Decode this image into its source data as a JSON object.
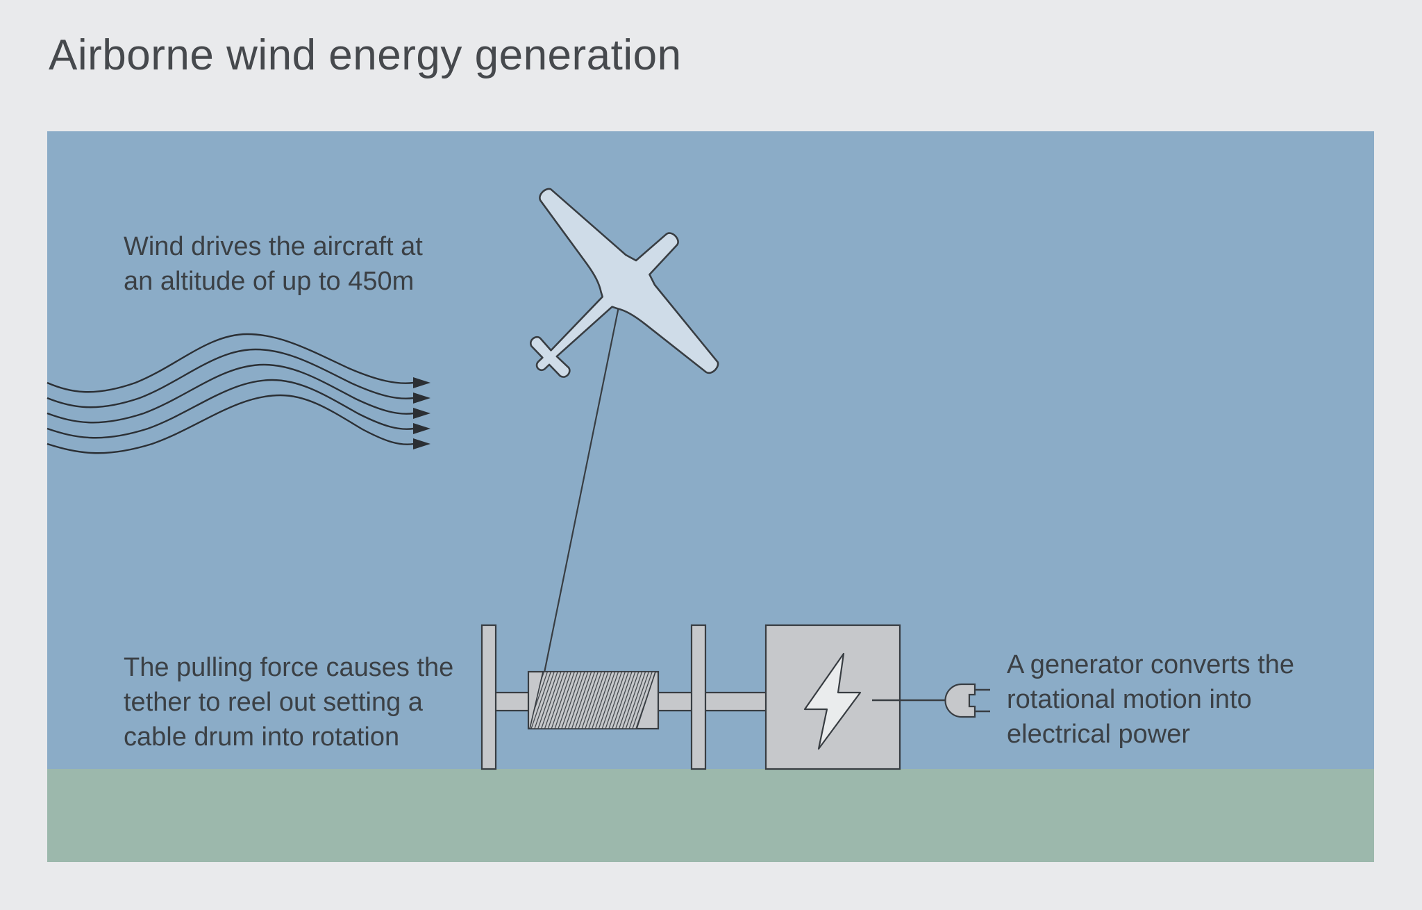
{
  "title": "Airborne wind energy generation",
  "annotations": {
    "wind": "Wind drives the aircraft at\nan altitude of up to 450m",
    "drum": "The pulling force causes the\ntether to reel out setting a\ncable drum into rotation",
    "generator": "A generator converts the\nrotational motion into\nelectrical power"
  },
  "icons": {
    "aircraft": "glider-aircraft-icon",
    "wind_arrows": "wind-flow-arrows-icon",
    "cable_drum": "cable-drum-icon",
    "lightning": "lightning-bolt-icon",
    "plug": "power-plug-icon"
  },
  "colors": {
    "canvas": "#e9eaec",
    "sky": "#8bacc7",
    "ground": "#9cb8ac",
    "machine": "#c6c8cb",
    "machine-light": "#eaeced",
    "aircraft": "#cfdce8",
    "outline": "#383d42",
    "line": "#2b2f34",
    "title": "#46494d",
    "text": "#3b4045"
  }
}
